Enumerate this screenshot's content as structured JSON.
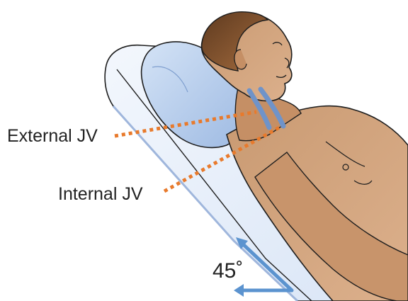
{
  "labels": {
    "external_jv": "External JV",
    "internal_jv": "Internal JV",
    "angle": "45˚"
  },
  "colors": {
    "skin": "#d4a27c",
    "skin_shadow": "#b98358",
    "hair": "#7a4a28",
    "bed": "#e6effb",
    "bed_edge": "#c2d3ee",
    "pillow": "#bcd1ef",
    "vein": "#6f93c9",
    "dotted_line": "#e87a2c",
    "angle_arrow": "#5b93cf",
    "outline": "#1e1e1e"
  },
  "icons": {
    "angle_indicator": "angle-arrow-icon"
  }
}
